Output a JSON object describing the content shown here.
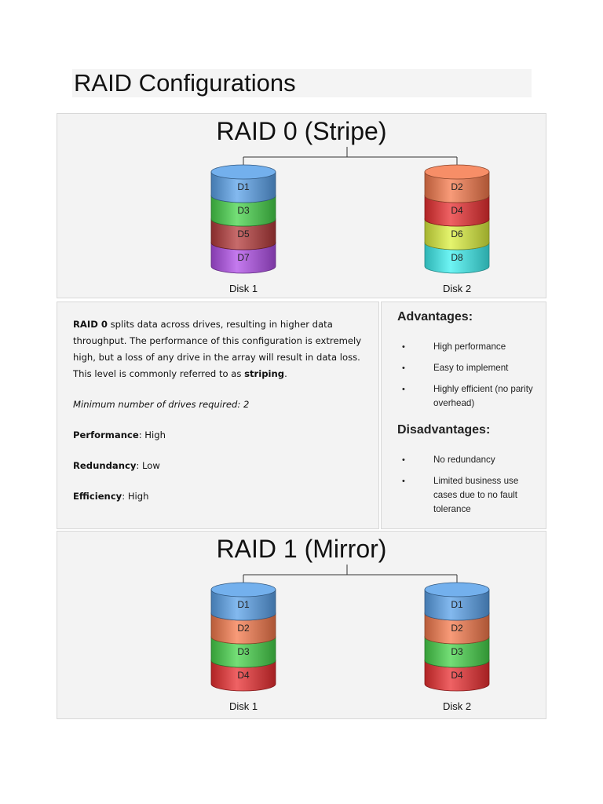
{
  "page": {
    "title": "RAID Configurations"
  },
  "raid0": {
    "diagram_title": "RAID 0 (Stripe)",
    "disks": [
      {
        "label": "Disk 1",
        "blocks": [
          {
            "text": "D1",
            "color": "#5aa2ea"
          },
          {
            "text": "D3",
            "color": "#46d34a"
          },
          {
            "text": "D5",
            "color": "#b43a3a"
          },
          {
            "text": "D7",
            "color": "#b04ee8"
          }
        ]
      },
      {
        "label": "Disk 2",
        "blocks": [
          {
            "text": "D2",
            "color": "#f57a4c"
          },
          {
            "text": "D4",
            "color": "#ea2e30"
          },
          {
            "text": "D6",
            "color": "#dcf03e"
          },
          {
            "text": "D8",
            "color": "#3df0f0"
          }
        ]
      }
    ],
    "description": {
      "term": "RAID 0",
      "text1": " splits data across drives, resulting in higher data throughput. The performance of this configuration is extremely high, but a loss of any drive in the array will result in data loss. This level is commonly referred to as ",
      "striping": "striping",
      "period": ".",
      "min_drives": "Minimum number of drives required: 2",
      "performance_label": "Performance",
      "performance_value": ": High",
      "redundancy_label": "Redundancy",
      "redundancy_value": ": Low",
      "efficiency_label": "Efficiency",
      "efficiency_value": ": High"
    },
    "advantages_heading": "Advantages:",
    "advantages": [
      "High performance",
      "Easy to implement",
      "Highly efficient (no parity overhead)"
    ],
    "disadvantages_heading": "Disadvantages:",
    "disadvantages": [
      "No redundancy",
      "Limited business use cases due to no fault tolerance"
    ]
  },
  "raid1": {
    "diagram_title": "RAID 1 (Mirror)",
    "disks": [
      {
        "label": "Disk 1",
        "blocks": [
          {
            "text": "D1",
            "color": "#5aa2ea"
          },
          {
            "text": "D2",
            "color": "#f57a4c"
          },
          {
            "text": "D3",
            "color": "#46d34a"
          },
          {
            "text": "D4",
            "color": "#ea2e30"
          }
        ]
      },
      {
        "label": "Disk 2",
        "blocks": [
          {
            "text": "D1",
            "color": "#5aa2ea"
          },
          {
            "text": "D2",
            "color": "#f57a4c"
          },
          {
            "text": "D3",
            "color": "#46d34a"
          },
          {
            "text": "D4",
            "color": "#ea2e30"
          }
        ]
      }
    ]
  }
}
